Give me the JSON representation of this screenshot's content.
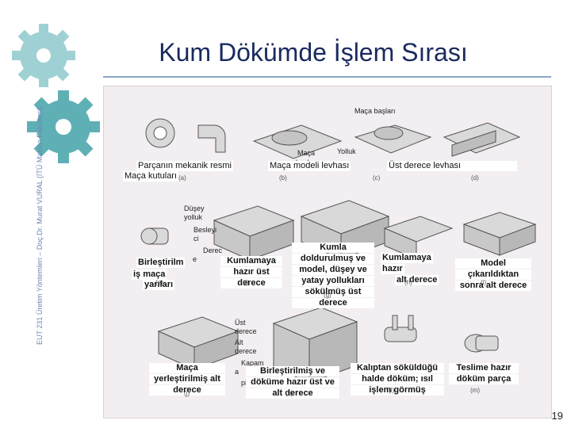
{
  "slide": {
    "title": "Kum Dökümde İşlem Sırası",
    "side_text": "EUT 231 Üretim Yöntemleri – Doç.Dr. Murat VURAL (İTÜ Makina Fakültesi)",
    "page_number": "19"
  },
  "labels": {
    "maca_baslari": "Maça başları",
    "maca": "Maça",
    "baslari": "başları",
    "yolluk": "Yolluk",
    "parca_resmi": "Parçanın mekanik resmi",
    "maca_kutulari": "Maça kutuları",
    "maca_modeli": "Maça modeli levhası",
    "ust_derece_levhasi": "Üst derece levhası",
    "dusey_yolluk_1": "Düşey",
    "dusey_yolluk_2": "yolluk",
    "besleyici_1": "Besleyi",
    "besleyici_2": "ci",
    "derece_1": "Derec",
    "derece_2": "e",
    "birlestirilmis_1": "Birleştirilm",
    "birlestirilmis_2": "iş maça",
    "birlestirilmis_3": "yarıları",
    "kumlamaya_1": "Kumlamaya",
    "kumlamaya_2": "hazır üst",
    "kumlamaya_3": "derece",
    "kumla_1": "Kumla",
    "kumla_2": "doldurulmuş ve",
    "kumla_3": "model, düşey ve",
    "kumla_4": "yatay yollukları",
    "kumla_5": "sökülmüş üst",
    "kumla_6": "derece",
    "kumlamaya_alt_1": "Kumlamaya",
    "kumlamaya_alt_2": "hazır",
    "kumlamaya_alt_3": "alt derece",
    "model_cikarildiktan_1": "Model",
    "model_cikarildiktan_2": "çıkarıldıktan",
    "model_cikarildiktan_3": "sonra alt derece",
    "ust_derece_1": "Üst",
    "ust_derece_2": "derece",
    "alt_derece_1": "Alt",
    "alt_derece_2": "derece",
    "kapam_1": "Kapam",
    "kapam_2": "a",
    "kapam_3": "pimleri",
    "maca_yerlestirilmis_1": "Maça",
    "maca_yerlestirilmis_2": "yerleştirilmiş alt",
    "maca_yerlestirilmis_3": "derece",
    "birlestirilmis_dokume_1": "Birleştirilmiş ve",
    "birlestirilmis_dokume_2": "döküme hazır üst ve",
    "birlestirilmis_dokume_3": "alt derece",
    "kaliptan_1": "Kalıptan söküldüğü",
    "kaliptan_2": "halde döküm; ısıl",
    "kaliptan_3": "işlem görmüş",
    "teslime_1": "Teslime hazır",
    "teslime_2": "döküm parça"
  },
  "subfig": [
    "(a)",
    "(b)",
    "(c)",
    "(d)",
    "(e)",
    "(f)",
    "(g)",
    "(h)",
    "(i)",
    "(j)",
    "(k)",
    "(l)",
    "(m)"
  ],
  "colors": {
    "title": "#1a2a5e",
    "gear": "#5fb0b4",
    "panel": "#f2eef1"
  }
}
